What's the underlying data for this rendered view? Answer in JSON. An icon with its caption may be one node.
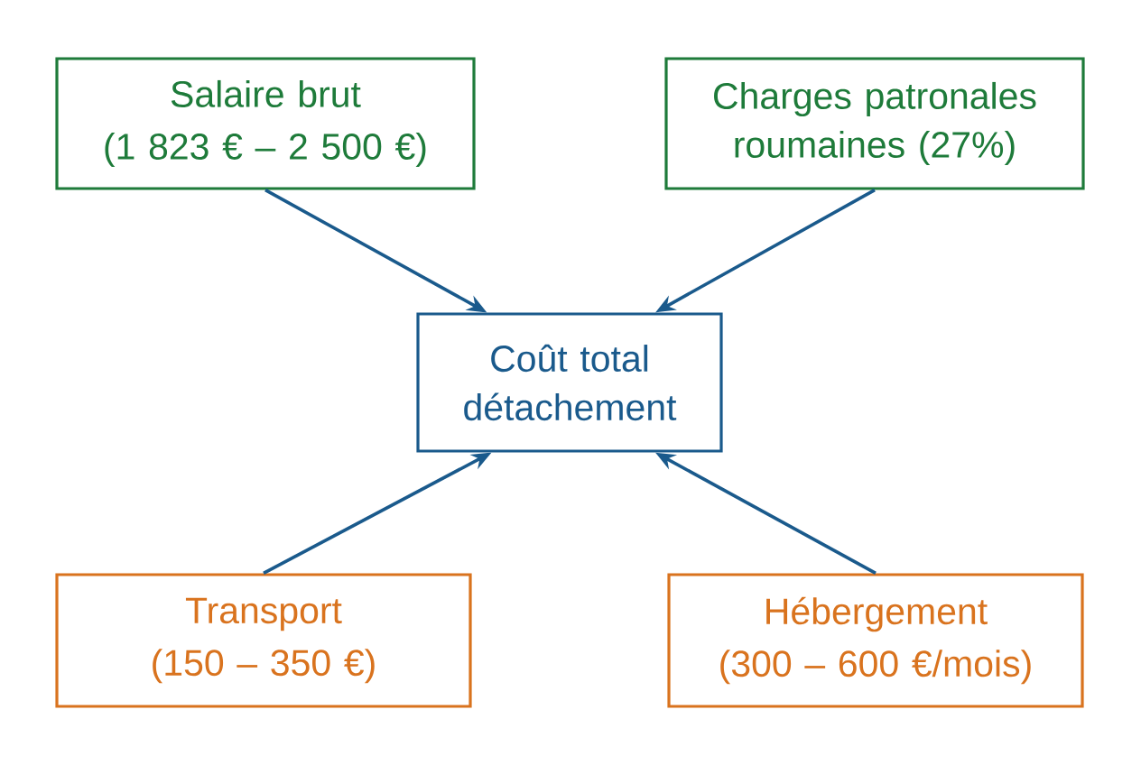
{
  "diagram": {
    "nodes": [
      {
        "text": [
          "Salaire brut",
          "(1 823 € – 2 500 €)"
        ]
      },
      {
        "text": [
          "Charges patronales roumaines (27%)"
        ]
      },
      {
        "text": [
          "Coût total détachement"
        ]
      },
      {
        "text": [
          "Transport",
          "(150 – 350 €)"
        ]
      },
      {
        "text": [
          "Hébergement",
          "(300 – 600 €/mois)"
        ]
      }
    ],
    "edges": [
      {
        "from": 0,
        "to": 2,
        "arrow": "to"
      },
      {
        "from": 1,
        "to": 2,
        "arrow": "to"
      },
      {
        "from": 3,
        "to": 2,
        "arrow": "to"
      },
      {
        "from": 4,
        "to": 2,
        "arrow": "to"
      }
    ]
  }
}
